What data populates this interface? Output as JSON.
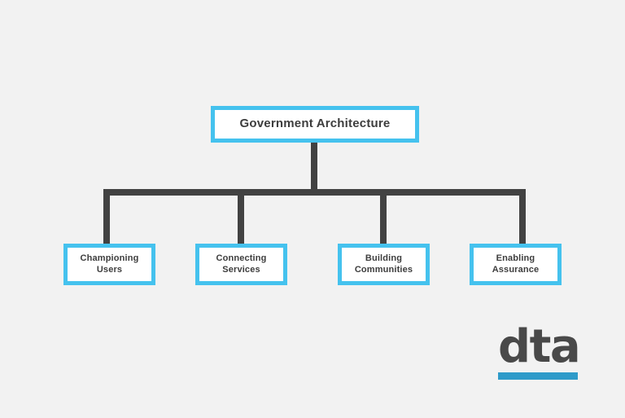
{
  "page": {
    "background_color": "#f2f2f2",
    "accent_color": "#45c2ee",
    "connector_color": "#424242",
    "text_color": "#3d3d3d",
    "logo_underline_color": "#2e9bc9"
  },
  "diagram": {
    "type": "organizational-hierarchy",
    "root": {
      "label": "Government Architecture"
    },
    "children": [
      {
        "label": "Championing\nUsers"
      },
      {
        "label": "Connecting\nServices"
      },
      {
        "label": "Building\nCommunities"
      },
      {
        "label": "Enabling\nAssurance"
      }
    ]
  },
  "logo": {
    "wordmark": "dta"
  }
}
